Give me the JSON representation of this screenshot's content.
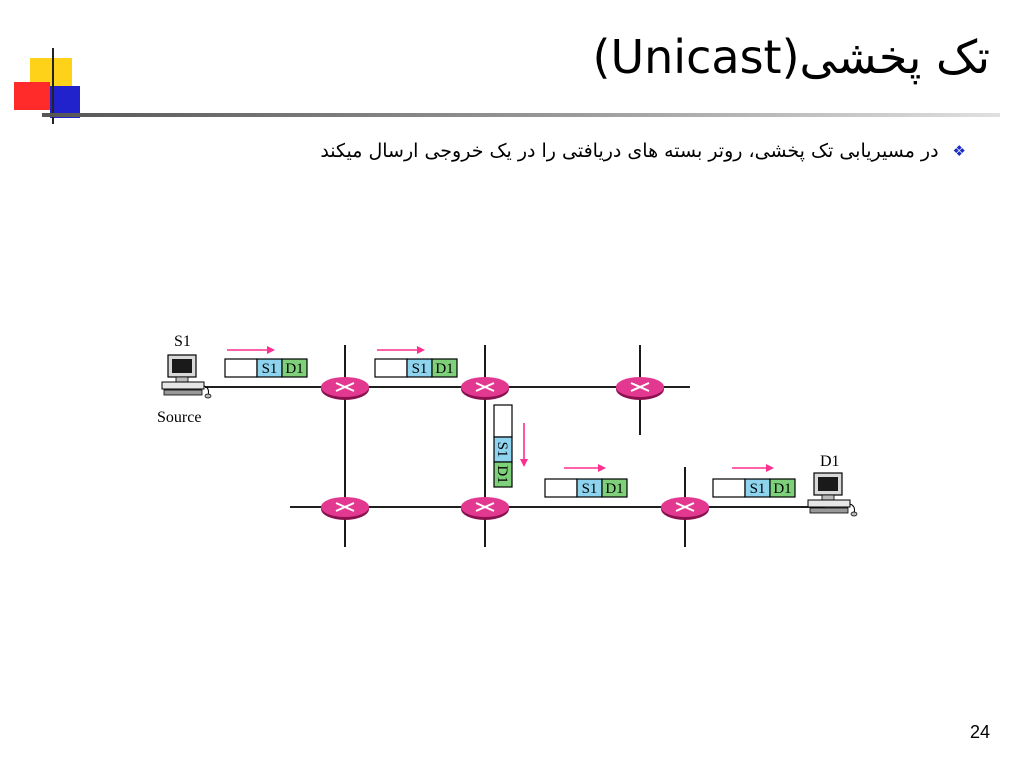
{
  "slide": {
    "title": "تک پخشی(Unicast)",
    "bullet": "در مسیریابی تک پخشی، روتر بسته های دریافتی را در یک خروجی ارسال میکند",
    "page_number": "24"
  },
  "icons": {
    "bullet": "diamond-bullet-icon",
    "router": "router-icon",
    "computer": "computer-icon",
    "arrow": "arrow-icon"
  },
  "colors": {
    "accent_blue": "#1a2cc8",
    "accent_red": "#ff2a2a",
    "accent_yellow": "#ffd21a",
    "router": "#e2388f",
    "source_field": "#8ed4ee",
    "dest_field": "#7fd07a",
    "arrow": "#ff2f8f"
  },
  "diagram": {
    "source": {
      "name": "S1",
      "role": "Source"
    },
    "destination": {
      "name": "D1"
    },
    "packet": {
      "src": "S1",
      "dst": "D1"
    }
  }
}
